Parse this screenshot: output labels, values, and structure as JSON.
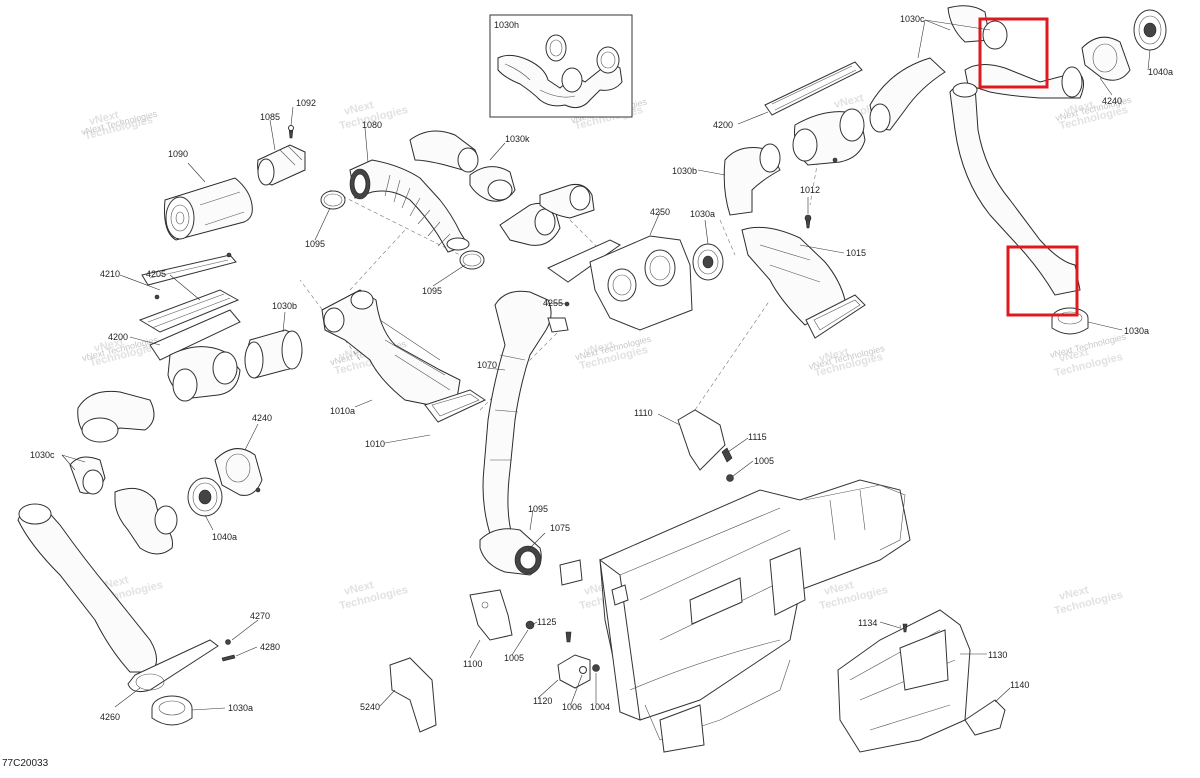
{
  "diagram": {
    "reference": "77C20033",
    "highlight_color": "#e0191e",
    "watermark": {
      "line1": "vNext",
      "line2": "Technologies",
      "caption": "vNext Technologies"
    },
    "labels": {
      "p1030h": "1030h",
      "p1030k": "1030k",
      "p1092": "1092",
      "p1085": "1085",
      "p1080": "1080",
      "p1090": "1090",
      "p1095_top": "1095",
      "p1095_mid": "1095",
      "p1095_lower": "1095",
      "p4210": "4210",
      "p4205": "4205",
      "p4200_left": "4200",
      "p1030b_left": "1030b",
      "p1010a": "1010a",
      "p1010": "1010",
      "p4240_left": "4240",
      "p1030c_left": "1030c",
      "p1040a_left": "1040a",
      "p4270": "4270",
      "p4280": "4280",
      "p4260": "4260",
      "p1030a_bottom": "1030a",
      "p5240": "5240",
      "p1070": "1070",
      "p4250": "4250",
      "p4255": "4255",
      "p1030a_mid": "1030a",
      "p1030b_right": "1030b",
      "p4200_right": "4200",
      "p1030c_right": "1030c",
      "p4240_right": "4240",
      "p1040a_right": "1040a",
      "p1030a_right": "1030a",
      "p1012": "1012",
      "p1015": "1015",
      "p1110": "1110",
      "p1115": "1115",
      "p1005_upper": "1005",
      "p1005_lower": "1005",
      "p1075": "1075",
      "p1100": "1100",
      "p1125": "1125",
      "p1120": "1120",
      "p1006": "1006",
      "p1004": "1004",
      "p1134": "1134",
      "p1130": "1130",
      "p1140": "1140"
    }
  }
}
